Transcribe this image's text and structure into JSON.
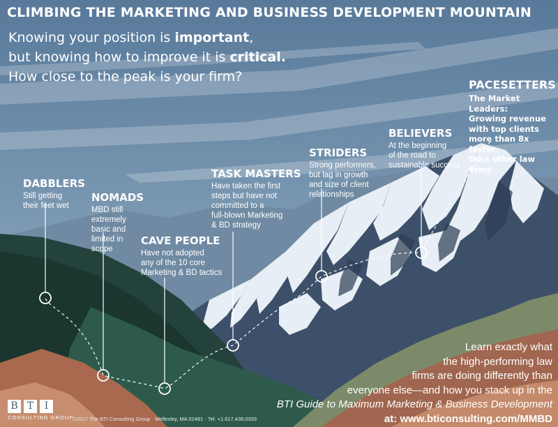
{
  "header": {
    "title": "CLIMBING THE MARKETING AND BUSINESS DEVELOPMENT MOUNTAIN",
    "intro_line1_pre": "Knowing your position is ",
    "intro_line1_bold": "important",
    "intro_line1_post": ",",
    "intro_line2_pre": "but knowing how to improve it is ",
    "intro_line2_bold": "critical.",
    "intro_line3": "How close to the peak is your firm?"
  },
  "stages": {
    "pacesetters": {
      "title": "PACESETTERS",
      "lines": [
        "The Market Leaders:",
        "Growing revenue",
        "with top clients",
        "more than 8x faster",
        "than other law firms"
      ]
    },
    "believers": {
      "title": "BELIEVERS",
      "lines": [
        "At the beginning",
        "of the road to",
        "sustainable success"
      ]
    },
    "striders": {
      "title": "STRIDERS",
      "lines": [
        "Strong performers,",
        "but lag in growth",
        "and size of client",
        "relationships"
      ]
    },
    "task_masters": {
      "title": "TASK MASTERS",
      "lines": [
        "Have taken the first",
        "steps but have not",
        "committed to a",
        "full-blown Marketing",
        "& BD strategy"
      ]
    },
    "dabblers": {
      "title": "DABBLERS",
      "lines": [
        "Still getting",
        "their feet wet"
      ]
    },
    "nomads": {
      "title": "NOMADS",
      "lines": [
        "MBD still",
        "extremely",
        "basic and",
        "limited in",
        "scope"
      ]
    },
    "cave_people": {
      "title": "CAVE PEOPLE",
      "lines": [
        "Have not adopted",
        "any of the 10 core",
        "Marketing & BD tactics"
      ]
    }
  },
  "cta": {
    "line1": "Learn exactly what",
    "line2": "the high-performing law",
    "line3": "firms are doing differently than",
    "line4": "everyone else—and how you stack up in the",
    "line5_italic": "BTI Guide to Maximum Marketing & Business Development",
    "line6_pre": "at: ",
    "line6_url": "www.bticonsulting.com/MMBD"
  },
  "logo": {
    "letters": [
      "B",
      "T",
      "I"
    ],
    "subtitle": "CONSULTING GROUP"
  },
  "footer": {
    "copyright": "©2017 The BTI Consulting Group · Wellesley, MA 02481 · Tel: +1.617.439.0333"
  },
  "colors": {
    "sky_top": "#5d7d98",
    "sky_bottom": "#9db3c5",
    "mountain_shadow": "#3a4d67",
    "snow": "#e9eff6",
    "forest_dark": "#1d3c36",
    "forest_mid": "#2f5a4e",
    "earth": "#a3654c",
    "earth_light": "#c58a6c"
  }
}
